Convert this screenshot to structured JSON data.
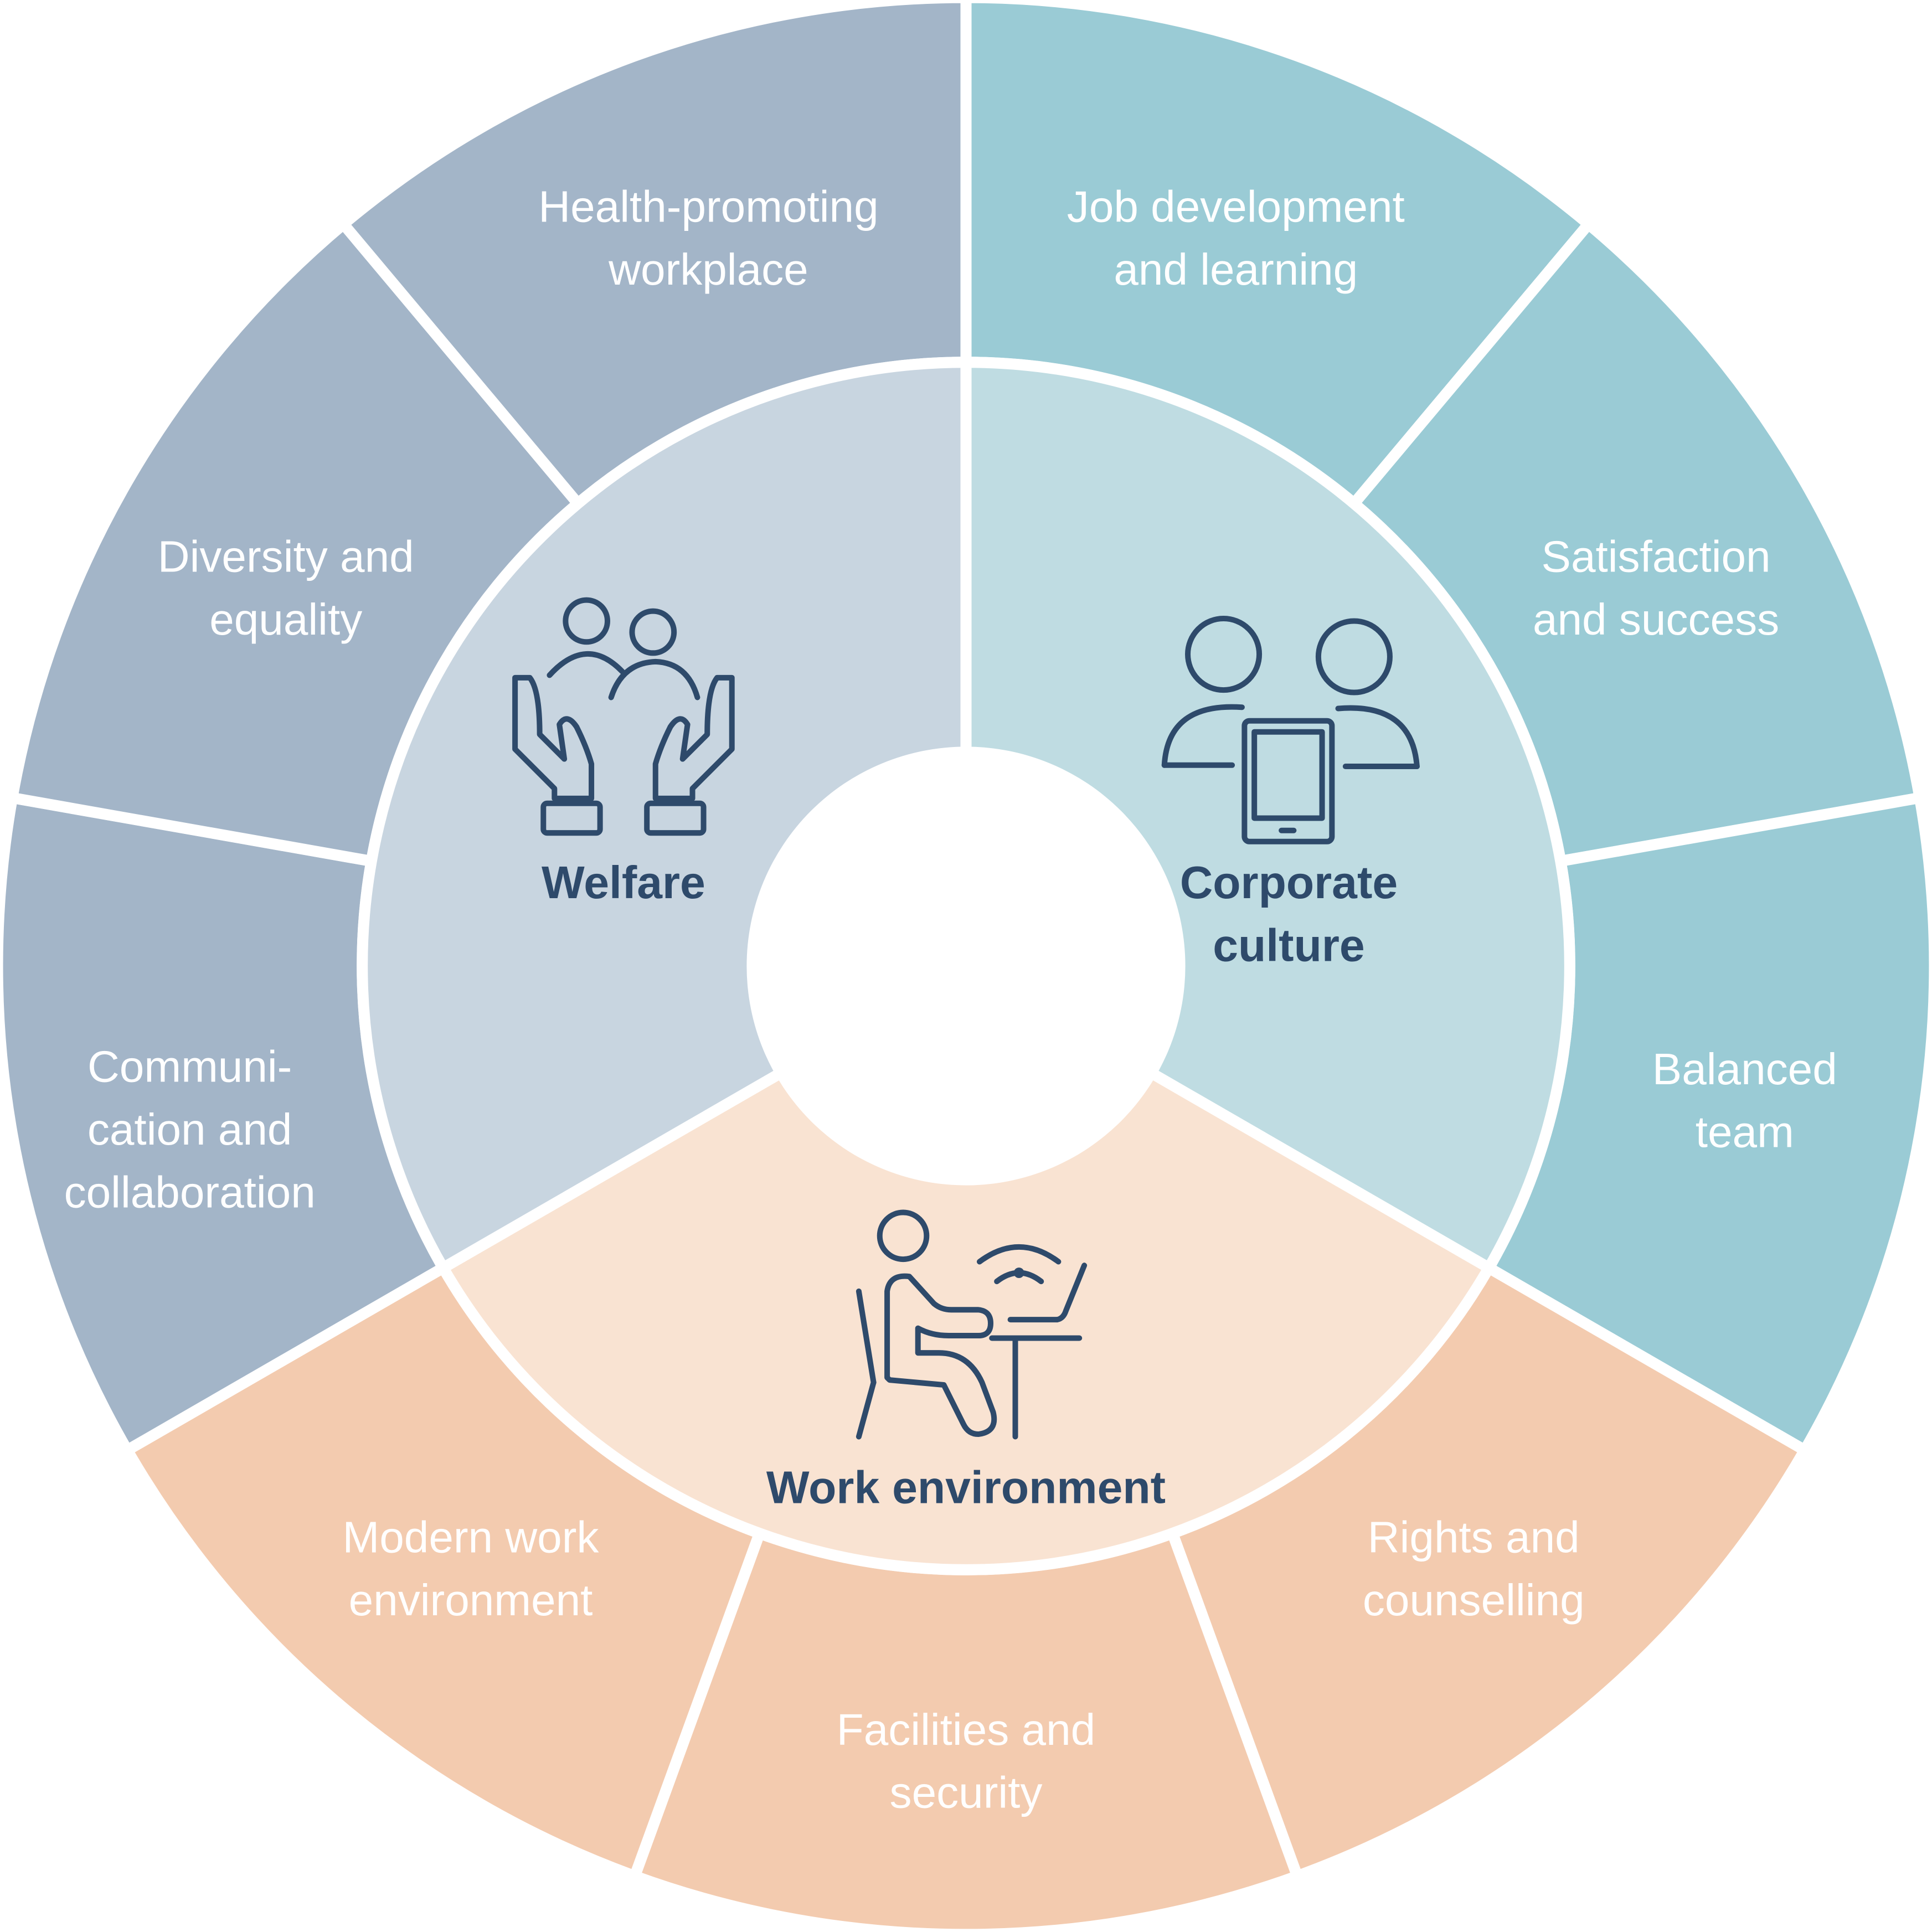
{
  "colors": {
    "welfare_outer": "#a3b5c8",
    "welfare_inner": "#c8d5e0",
    "culture_outer": "#9acbd5",
    "culture_inner": "#bfdce2",
    "work_outer": "#f3cbaf",
    "work_inner": "#f9e3d2",
    "text_dark": "#2e4a6b",
    "text_light": "#ffffff"
  },
  "categories": [
    {
      "id": "corporate-culture",
      "lines": [
        "Corporate",
        "culture"
      ],
      "icon": "people-tablet-icon"
    },
    {
      "id": "work-environment",
      "lines": [
        "Work environment"
      ],
      "icon": "person-at-desk-icon"
    },
    {
      "id": "welfare",
      "lines": [
        "Welfare"
      ],
      "icon": "caring-hands-people-icon"
    }
  ],
  "segments": [
    {
      "category": "corporate-culture",
      "lines": [
        "Job development",
        "and learning"
      ]
    },
    {
      "category": "corporate-culture",
      "lines": [
        "Satisfaction",
        "and success"
      ]
    },
    {
      "category": "corporate-culture",
      "lines": [
        "Balanced",
        "team"
      ]
    },
    {
      "category": "work-environment",
      "lines": [
        "Rights and",
        "counselling"
      ]
    },
    {
      "category": "work-environment",
      "lines": [
        "Facilities and",
        "security"
      ]
    },
    {
      "category": "work-environment",
      "lines": [
        "Modern work",
        "environment"
      ]
    },
    {
      "category": "welfare",
      "lines": [
        "Communi-",
        "cation and",
        "collaboration"
      ]
    },
    {
      "category": "welfare",
      "lines": [
        "Diversity and",
        "equality"
      ]
    },
    {
      "category": "welfare",
      "lines": [
        "Health-promoting",
        "workplace"
      ]
    }
  ]
}
